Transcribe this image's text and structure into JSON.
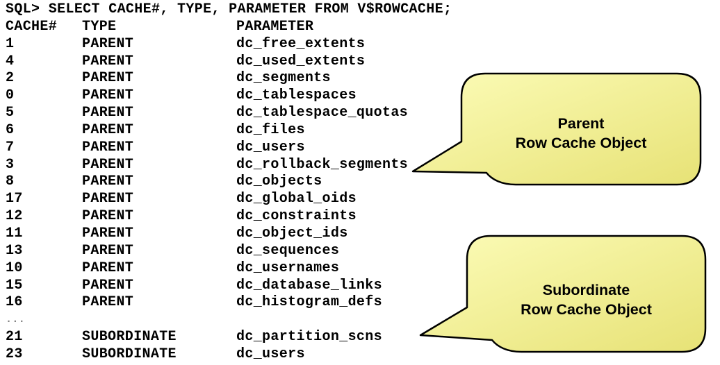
{
  "terminal": {
    "prompt_line": "SQL> SELECT CACHE#, TYPE, PARAMETER FROM V$ROWCACHE;",
    "columns": {
      "cache": "CACHE#",
      "type": "TYPE",
      "parameter": "PARAMETER"
    },
    "rows_parent": [
      {
        "cache": "1",
        "type": "PARENT",
        "parameter": "dc_free_extents"
      },
      {
        "cache": "4",
        "type": "PARENT",
        "parameter": "dc_used_extents"
      },
      {
        "cache": "2",
        "type": "PARENT",
        "parameter": "dc_segments"
      },
      {
        "cache": "0",
        "type": "PARENT",
        "parameter": "dc_tablespaces"
      },
      {
        "cache": "5",
        "type": "PARENT",
        "parameter": "dc_tablespace_quotas"
      },
      {
        "cache": "6",
        "type": "PARENT",
        "parameter": "dc_files"
      },
      {
        "cache": "7",
        "type": "PARENT",
        "parameter": "dc_users"
      },
      {
        "cache": "3",
        "type": "PARENT",
        "parameter": "dc_rollback_segments"
      },
      {
        "cache": "8",
        "type": "PARENT",
        "parameter": "dc_objects"
      },
      {
        "cache": "17",
        "type": "PARENT",
        "parameter": "dc_global_oids"
      },
      {
        "cache": "12",
        "type": "PARENT",
        "parameter": "dc_constraints"
      },
      {
        "cache": "11",
        "type": "PARENT",
        "parameter": "dc_object_ids"
      },
      {
        "cache": "13",
        "type": "PARENT",
        "parameter": "dc_sequences"
      },
      {
        "cache": "10",
        "type": "PARENT",
        "parameter": "dc_usernames"
      },
      {
        "cache": "15",
        "type": "PARENT",
        "parameter": "dc_database_links"
      },
      {
        "cache": "16",
        "type": "PARENT",
        "parameter": "dc_histogram_defs"
      }
    ],
    "ellipsis": "...",
    "rows_subordinate": [
      {
        "cache": "21",
        "type": "SUBORDINATE",
        "parameter": "dc_partition_scns"
      },
      {
        "cache": "23",
        "type": "SUBORDINATE",
        "parameter": "dc_users"
      }
    ]
  },
  "callouts": [
    {
      "line1": "Parent",
      "line2": "Row Cache Object"
    },
    {
      "line1": "Subordinate",
      "line2": "Row Cache Object"
    }
  ],
  "colors": {
    "bubble_light": "#FCFCB8",
    "bubble_dark": "#E7E276",
    "bubble_border": "#000000",
    "terminal_text": "#000000",
    "ellipsis_gray": "#7f7f7f"
  }
}
